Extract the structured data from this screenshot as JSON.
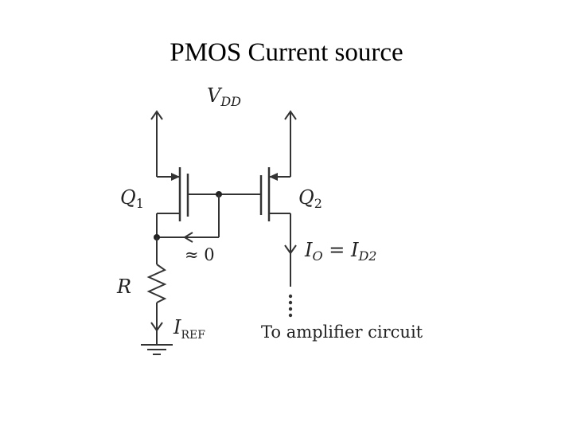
{
  "title": "PMOS Current source",
  "labels": {
    "vdd_main": "V",
    "vdd_sub": "DD",
    "q1_main": "Q",
    "q1_sub": "1",
    "q2_main": "Q",
    "q2_sub": "2",
    "resistor": "R",
    "approx_zero": "≈ 0",
    "iref_main": "I",
    "iref_sub": "REF",
    "io_main": "I",
    "io_sub": "O",
    "io_equals": " = I",
    "id2_sub": "D2",
    "output_note": "To amplifier circuit"
  }
}
